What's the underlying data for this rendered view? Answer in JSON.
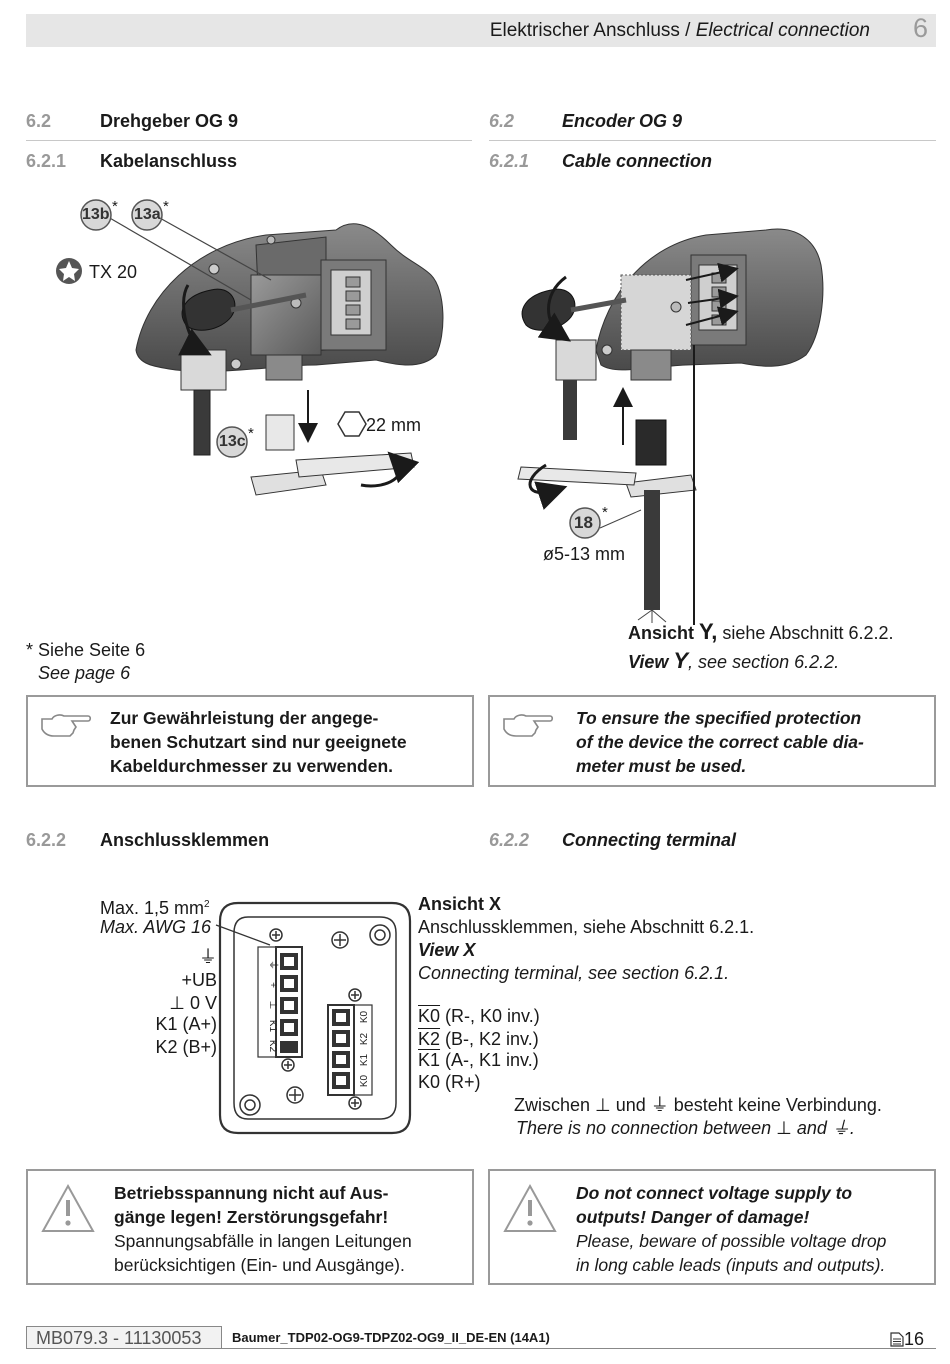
{
  "header": {
    "title_de": "Elektrischer Anschluss",
    "title_sep": " / ",
    "title_en": "Electrical connection",
    "chapter": "6"
  },
  "s62": {
    "num": "6.2",
    "title_de": "Drehgeber OG 9",
    "title_en": "Encoder OG 9"
  },
  "s621": {
    "num": "6.2.1",
    "title_de": "Kabelanschluss",
    "title_en": "Cable connection"
  },
  "fig1": {
    "label_13b": "13b",
    "label_13a": "13a",
    "label_13c": "13c",
    "star": "*",
    "tool": "TX 20",
    "wrench_size": "22 mm",
    "label_18": "18",
    "diameter": "ø5-13 mm",
    "view_y_de_bold": "Ansicht ",
    "view_y_letter": "Y,",
    "view_y_de_rest": " siehe Abschnitt 6.2.2.",
    "view_y_en_bold": "View ",
    "view_y_en_rest": ", see section 6.2.2."
  },
  "footnote": {
    "de": "* Siehe Seite 6",
    "en": "See page 6"
  },
  "info_box": {
    "de_lines": [
      "Zur Gewährleistung der angege-",
      "benen Schutzart sind nur geeignete",
      "Kabeldurchmesser zu verwenden."
    ],
    "en_lines": [
      "To ensure the specified protection",
      "of the device the correct cable dia-",
      "meter must be used."
    ]
  },
  "s622": {
    "num": "6.2.2",
    "title_de": "Anschlussklemmen",
    "title_en": "Connecting terminal"
  },
  "terminal": {
    "max_mm": "Max. 1,5 mm",
    "sup2": "2",
    "max_awg": "Max. AWG 16",
    "left_labels": [
      "⏚",
      "+UB",
      "⊥ 0 V",
      "K1 (A+)",
      "K2 (B+)"
    ],
    "left_pins": [
      "⏚",
      "+",
      "⊥",
      "K1",
      "K2"
    ],
    "right_pins": [
      "K0",
      "K2",
      "K1",
      "K0"
    ],
    "view_x_title": "Ansicht X",
    "view_x_de": "Anschlussklemmen, siehe Abschnitt 6.2.1.",
    "view_x_en_title": "View X",
    "view_x_en": "Connecting terminal, see section 6.2.1.",
    "signals": [
      {
        "over": "K0",
        "rest": " (R-, K0 inv.)"
      },
      {
        "over": "K2",
        "rest": " (B-, K2 inv.)"
      },
      {
        "over": "K1",
        "rest": " (A-, K1 inv.)"
      },
      {
        "over": "",
        "rest": "K0 (R+)"
      }
    ],
    "no_conn_de_1": "Zwischen ",
    "no_conn_de_2": " und ",
    "no_conn_de_3": " besteht keine Verbindung.",
    "no_conn_en_1": "There is no connection between ",
    "no_conn_en_2": " and ",
    "no_conn_en_3": ".",
    "sym_ground": "⊥",
    "sym_earth": "⏚"
  },
  "warn_box": {
    "de_bold": [
      "Betriebsspannung nicht auf Aus-",
      "gänge legen! Zerstörungsgefahr!"
    ],
    "de_normal": [
      "Spannungsabfälle in langen Leitungen",
      "berücksichtigen (Ein- und Ausgänge)."
    ],
    "en_bold": [
      "Do not connect voltage supply to",
      "outputs! Danger of damage!"
    ],
    "en_normal": [
      "Please, beware of possible voltage drop",
      "in long cable leads (inputs and outputs)."
    ]
  },
  "footer": {
    "code": "MB079.3 - 11130053",
    "file": "Baumer_TDP02-OG9-TDPZ02-OG9_II_DE-EN (14A1)",
    "page": "16"
  }
}
